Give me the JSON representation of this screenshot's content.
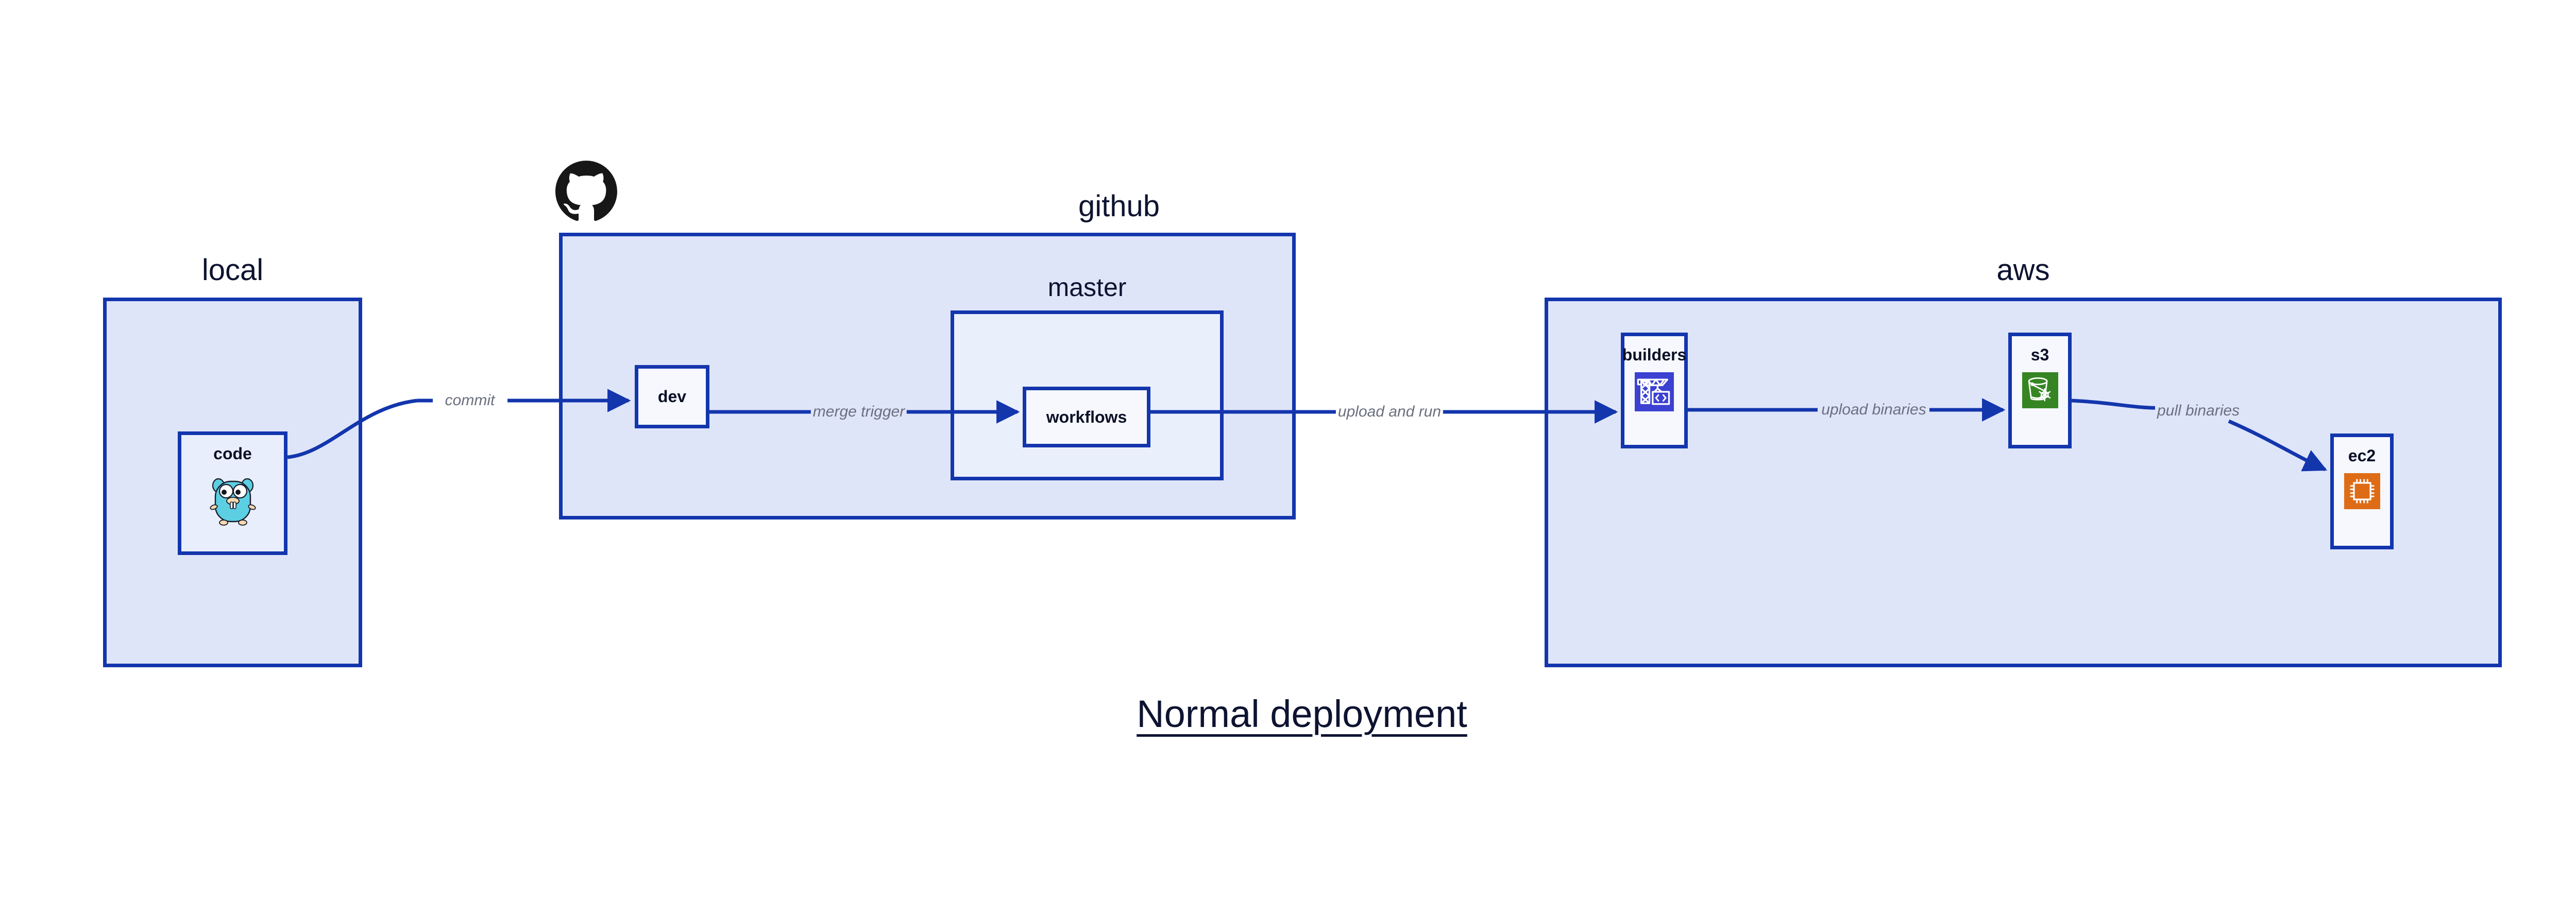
{
  "diagram": {
    "title": "Normal deployment",
    "accent_border": "#1336ad",
    "group_fill": "#dfe5f9",
    "node_fill": "#e9eefc",
    "node_fill_light": "#f6f8fe",
    "label_color": "#0d1330",
    "edge_label_color": "#6b6f7e",
    "background": "#ffffff"
  },
  "groups": [
    {
      "id": "local",
      "label": "local"
    },
    {
      "id": "github",
      "label": "github"
    },
    {
      "id": "master",
      "label": "master"
    },
    {
      "id": "aws",
      "label": "aws"
    }
  ],
  "nodes": [
    {
      "id": "code",
      "label": "code",
      "icon": "go-gopher-icon",
      "icon_color": "#5ccfe2"
    },
    {
      "id": "dev",
      "label": "dev",
      "icon": null,
      "icon_color": null
    },
    {
      "id": "workflows",
      "label": "workflows",
      "icon": null,
      "icon_color": null
    },
    {
      "id": "builders",
      "label": "builders",
      "icon": "crane-code-icon",
      "icon_color": "#3c41d1"
    },
    {
      "id": "s3",
      "label": "s3",
      "icon": "s3-glacier-bucket-icon",
      "icon_color": "#368523"
    },
    {
      "id": "ec2",
      "label": "ec2",
      "icon": "ec2-chip-icon",
      "icon_color": "#de6c16"
    }
  ],
  "edges": [
    {
      "id": "commit",
      "label": "commit",
      "from": "code",
      "to": "dev"
    },
    {
      "id": "merge-trigger",
      "label": "merge trigger",
      "from": "dev",
      "to": "workflows"
    },
    {
      "id": "upload-and-run",
      "label": "upload and run",
      "from": "workflows",
      "to": "builders"
    },
    {
      "id": "upload-binaries",
      "label": "upload binaries",
      "from": "builders",
      "to": "s3"
    },
    {
      "id": "pull-binaries",
      "label": "pull binaries",
      "from": "s3",
      "to": "ec2"
    }
  ],
  "branding": {
    "github_logo": "github-octocat-icon"
  }
}
